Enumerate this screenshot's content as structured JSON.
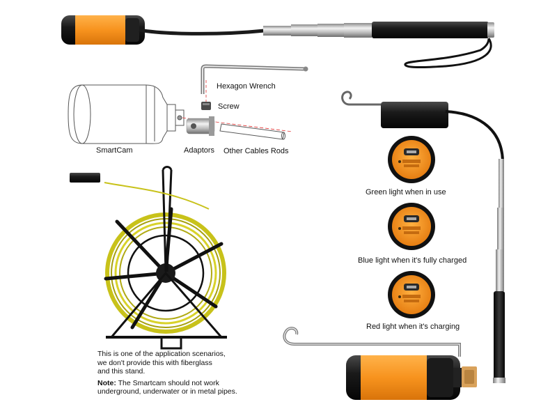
{
  "labels": {
    "hexagon_wrench": "Hexagon Wrench",
    "screw": "Screw",
    "smartcam": "SmartCam",
    "adaptors": "Adaptors",
    "other_cables_rods": "Other Cables Rods",
    "green_light": "Green light when in use",
    "blue_light": "Blue light when it's fully charged",
    "red_light": "Red light when it's charging"
  },
  "note": {
    "scenario_line1": "This is one of the application scenarios,",
    "scenario_line2": "we don't provide this with fiberglass",
    "scenario_line3": "and this stand.",
    "prefix": "Note:",
    "warning_line1": " The Smartcam should not work",
    "warning_line2": "underground, underwater or in metal pipes."
  },
  "colors": {
    "camera_orange": "#f7931e",
    "camera_black": "#1e1e1e",
    "fiberglass_yellow": "#c8c21a",
    "steel": "#c9c9c9",
    "brass": "#d9a25b",
    "indicator_dark": "#3a2a10"
  }
}
